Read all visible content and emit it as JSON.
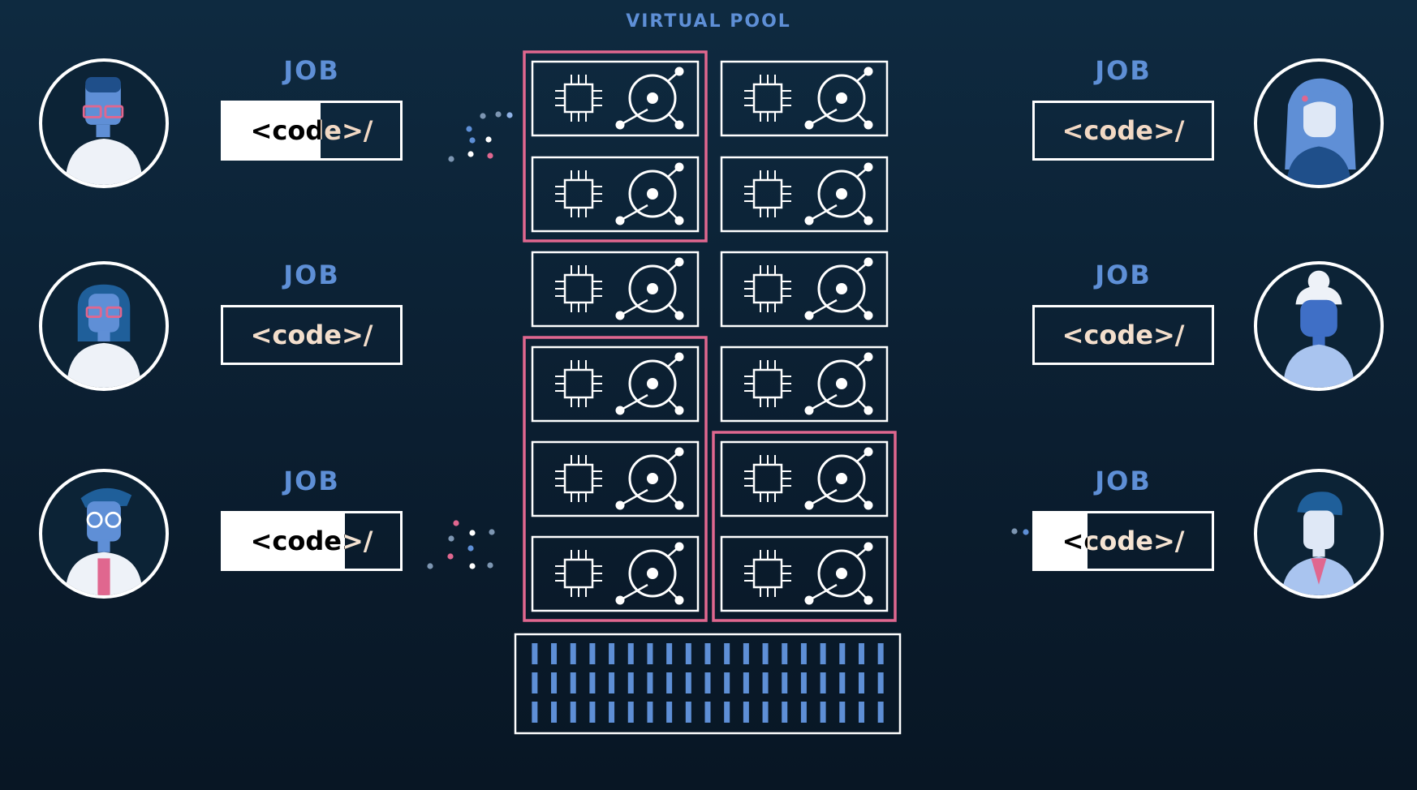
{
  "diagram": {
    "title": "VIRTUAL POOL",
    "jobs": [
      {
        "label": "JOB",
        "code": "<code>/",
        "progress": 0.55,
        "side": "left",
        "row": 1
      },
      {
        "label": "JOB",
        "code": "<code>/",
        "progress": 0.0,
        "side": "left",
        "row": 2
      },
      {
        "label": "JOB",
        "code": "<code>/",
        "progress": 0.69,
        "side": "left",
        "row": 3
      },
      {
        "label": "JOB",
        "code": "<code>/",
        "progress": 0.0,
        "side": "right",
        "row": 1
      },
      {
        "label": "JOB",
        "code": "<code>/",
        "progress": 0.0,
        "side": "right",
        "row": 2
      },
      {
        "label": "JOB",
        "code": "<code>/",
        "progress": 0.3,
        "side": "right",
        "row": 3
      }
    ],
    "users": [
      {
        "name": "user-man-glasses-icon"
      },
      {
        "name": "user-woman-glasses-icon"
      },
      {
        "name": "user-scientist-icon"
      },
      {
        "name": "user-woman-long-hair-icon"
      },
      {
        "name": "user-woman-bun-icon"
      },
      {
        "name": "user-man-beanie-icon"
      }
    ],
    "server_grid": {
      "columns": 2,
      "rows": 6,
      "unit_icon": "cpu-disk-icon"
    },
    "allocations": [
      {
        "column": 1,
        "rows": [
          1,
          2
        ]
      },
      {
        "column": 1,
        "rows": [
          4,
          6
        ]
      },
      {
        "column": 2,
        "rows": [
          5,
          6
        ]
      }
    ],
    "storage": {
      "rows": 3,
      "slots_per_row": 19
    },
    "colors": {
      "accent": "#5e8fd6",
      "allocation": "#e0678f",
      "line": "#ffffff",
      "skin": "#5f8fd6"
    }
  }
}
